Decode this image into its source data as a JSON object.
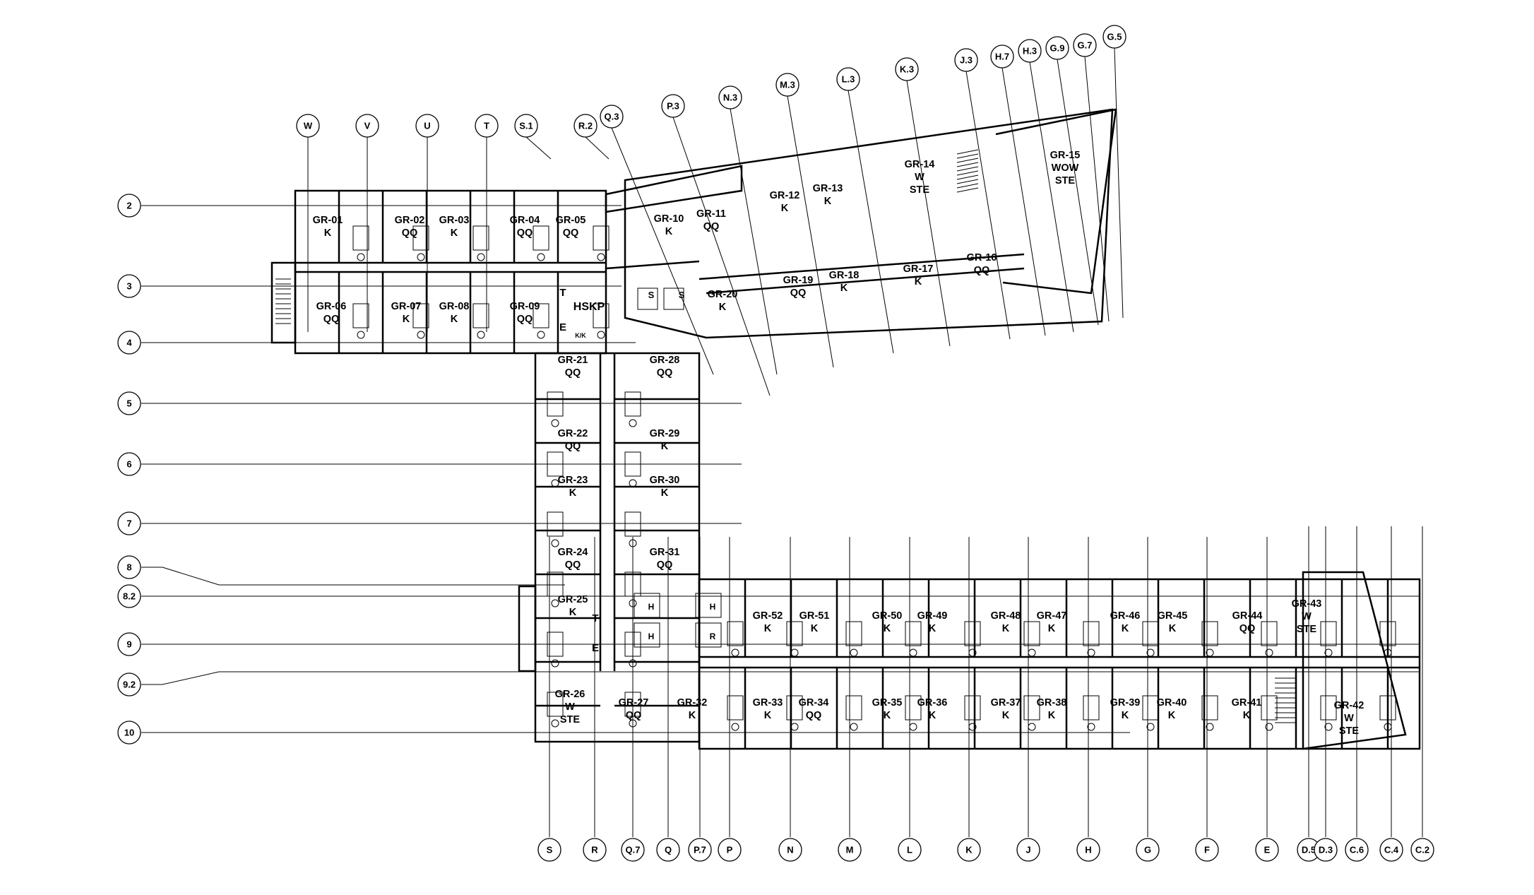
{
  "colors": {
    "ink": "#000000",
    "paper": "#ffffff"
  },
  "grid": {
    "rows": [
      "2",
      "3",
      "4",
      "5",
      "6",
      "7",
      "8",
      "8.2",
      "9",
      "9.2",
      "10"
    ],
    "top_columns": [
      "W",
      "V",
      "U",
      "T",
      "S.1",
      "R.2",
      "Q.3",
      "P.3",
      "N.3",
      "M.3",
      "L.3",
      "K.3",
      "J.3",
      "H.7",
      "H.3",
      "G.9",
      "G.7",
      "G.5"
    ],
    "bottom_columns": [
      "S",
      "R",
      "Q.7",
      "Q",
      "P.7",
      "P",
      "N",
      "M",
      "L",
      "K",
      "J",
      "H",
      "G",
      "F",
      "E",
      "D.5",
      "D.3",
      "C.6",
      "C.4",
      "C.2"
    ]
  },
  "rooms": [
    {
      "lines": [
        "GR-01",
        "K"
      ]
    },
    {
      "lines": [
        "GR-02",
        "QQ"
      ]
    },
    {
      "lines": [
        "GR-03",
        "K"
      ]
    },
    {
      "lines": [
        "GR-04",
        "QQ"
      ]
    },
    {
      "lines": [
        "GR-05",
        "QQ"
      ]
    },
    {
      "lines": [
        "GR-06",
        "QQ"
      ]
    },
    {
      "lines": [
        "GR-07",
        "K"
      ]
    },
    {
      "lines": [
        "GR-08",
        "K"
      ]
    },
    {
      "lines": [
        "GR-09",
        "QQ"
      ]
    },
    {
      "lines": [
        "GR-10",
        "K"
      ]
    },
    {
      "lines": [
        "GR-11",
        "QQ"
      ]
    },
    {
      "lines": [
        "GR-12",
        "K"
      ]
    },
    {
      "lines": [
        "GR-13",
        "K"
      ]
    },
    {
      "lines": [
        "GR-14",
        "W",
        "STE"
      ]
    },
    {
      "lines": [
        "GR-15",
        "WOW",
        "STE"
      ]
    },
    {
      "lines": [
        "GR-16",
        "QQ"
      ]
    },
    {
      "lines": [
        "GR-17",
        "K"
      ]
    },
    {
      "lines": [
        "GR-18",
        "K"
      ]
    },
    {
      "lines": [
        "GR-19",
        "QQ"
      ]
    },
    {
      "lines": [
        "GR-20",
        "K"
      ]
    },
    {
      "lines": [
        "GR-21",
        "QQ"
      ]
    },
    {
      "lines": [
        "GR-22",
        "QQ"
      ]
    },
    {
      "lines": [
        "GR-23",
        "K"
      ]
    },
    {
      "lines": [
        "GR-24",
        "QQ"
      ]
    },
    {
      "lines": [
        "GR-25",
        "K"
      ]
    },
    {
      "lines": [
        "GR-26",
        "W",
        "STE"
      ]
    },
    {
      "lines": [
        "GR-27",
        "QQ"
      ]
    },
    {
      "lines": [
        "GR-28",
        "QQ"
      ]
    },
    {
      "lines": [
        "GR-29",
        "K"
      ]
    },
    {
      "lines": [
        "GR-30",
        "K"
      ]
    },
    {
      "lines": [
        "GR-31",
        "QQ"
      ]
    },
    {
      "lines": [
        "GR-32",
        "K"
      ]
    },
    {
      "lines": [
        "GR-33",
        "K"
      ]
    },
    {
      "lines": [
        "GR-34",
        "QQ"
      ]
    },
    {
      "lines": [
        "GR-35",
        "K"
      ]
    },
    {
      "lines": [
        "GR-36",
        "K"
      ]
    },
    {
      "lines": [
        "GR-37",
        "K"
      ]
    },
    {
      "lines": [
        "GR-38",
        "K"
      ]
    },
    {
      "lines": [
        "GR-39",
        "K"
      ]
    },
    {
      "lines": [
        "GR-40",
        "K"
      ]
    },
    {
      "lines": [
        "GR-41",
        "K"
      ]
    },
    {
      "lines": [
        "GR-42",
        "W",
        "STE"
      ]
    },
    {
      "lines": [
        "GR-43",
        "W",
        "STE"
      ]
    },
    {
      "lines": [
        "GR-44",
        "QQ"
      ]
    },
    {
      "lines": [
        "GR-45",
        "K"
      ]
    },
    {
      "lines": [
        "GR-46",
        "K"
      ]
    },
    {
      "lines": [
        "GR-47",
        "K"
      ]
    },
    {
      "lines": [
        "GR-48",
        "K"
      ]
    },
    {
      "lines": [
        "GR-49",
        "K"
      ]
    },
    {
      "lines": [
        "GR-50",
        "K"
      ]
    },
    {
      "lines": [
        "GR-51",
        "K"
      ]
    },
    {
      "lines": [
        "GR-52",
        "K"
      ]
    }
  ],
  "service_labels": [
    {
      "text": "HSKP"
    },
    {
      "text": "T"
    },
    {
      "text": "E"
    },
    {
      "text": "T"
    },
    {
      "text": "E"
    },
    {
      "text": "K/K"
    },
    {
      "text": "S"
    },
    {
      "text": "S"
    },
    {
      "text": "H"
    },
    {
      "text": "H"
    },
    {
      "text": "H"
    },
    {
      "text": "R"
    }
  ]
}
